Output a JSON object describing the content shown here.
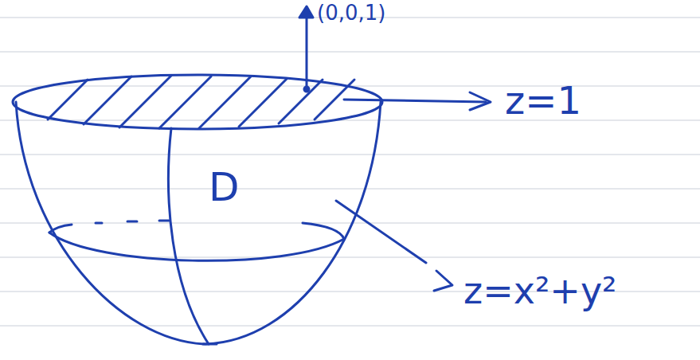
{
  "diagram": {
    "labels": [
      "(0,0,1)",
      "z=1",
      "D",
      "z=x²+y²"
    ]
  }
}
